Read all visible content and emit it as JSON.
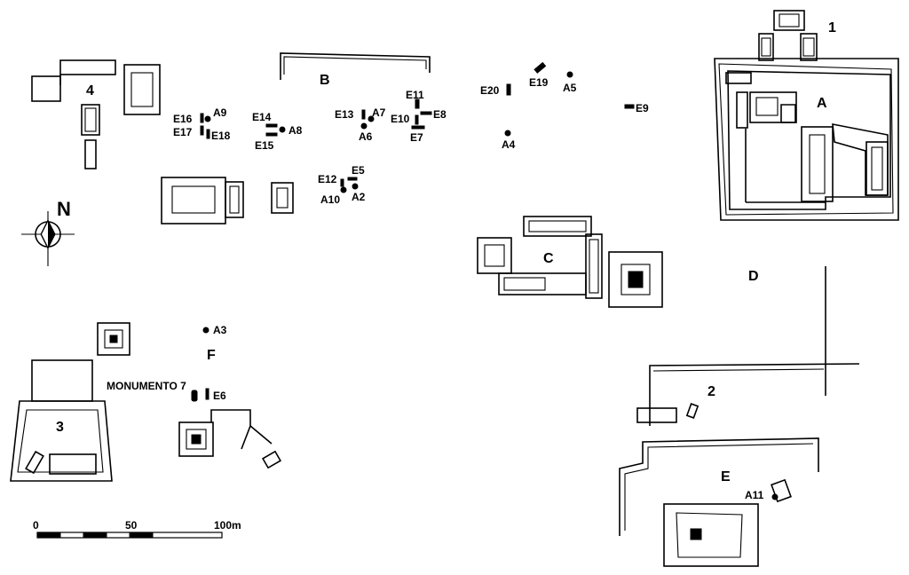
{
  "group_labels": {
    "A": "A",
    "B": "B",
    "C": "C",
    "D": "D",
    "E": "E",
    "F": "F",
    "g1": "1",
    "g2": "2",
    "g3": "3",
    "g4": "4"
  },
  "feature_labels": {
    "A2": "A2",
    "A3": "A3",
    "A4": "A4",
    "A5": "A5",
    "A6": "A6",
    "A7": "A7",
    "A8": "A8",
    "A9": "A9",
    "A10": "A10",
    "A11": "A11",
    "E5": "E5",
    "E6": "E6",
    "E7": "E7",
    "E8": "E8",
    "E9": "E9",
    "E10": "E10",
    "E11": "E11",
    "E12": "E12",
    "E13": "E13",
    "E14": "E14",
    "E15": "E15",
    "E16": "E16",
    "E17": "E17",
    "E18": "E18",
    "E19": "E19",
    "E20": "E20",
    "monument": "MONUMENTO 7"
  },
  "north_arrow": {
    "label": "N"
  },
  "scale_bar": {
    "tick_0": "0",
    "tick_50": "50",
    "tick_100": "100m"
  }
}
